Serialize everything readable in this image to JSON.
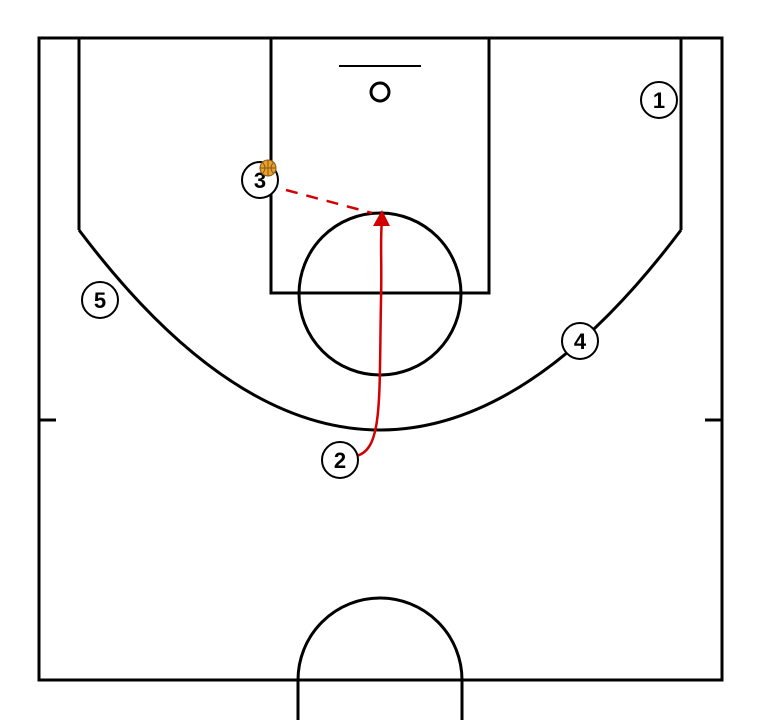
{
  "colors": {
    "court_line": "#000000",
    "movement": "#d40000",
    "ball": "#e8a030",
    "ball_seam": "#8a5a10",
    "background": "#ffffff"
  },
  "players": [
    {
      "id": "p1",
      "label": "1"
    },
    {
      "id": "p2",
      "label": "2"
    },
    {
      "id": "p3",
      "label": "3"
    },
    {
      "id": "p4",
      "label": "4"
    },
    {
      "id": "p5",
      "label": "5"
    }
  ],
  "actions": [
    {
      "type": "cut",
      "player": "2",
      "to": "top-of-key"
    },
    {
      "type": "pass",
      "from": "3",
      "to": "top-of-key"
    }
  ],
  "ball_holder": "3",
  "icons": {
    "ball": "basketball-icon"
  }
}
